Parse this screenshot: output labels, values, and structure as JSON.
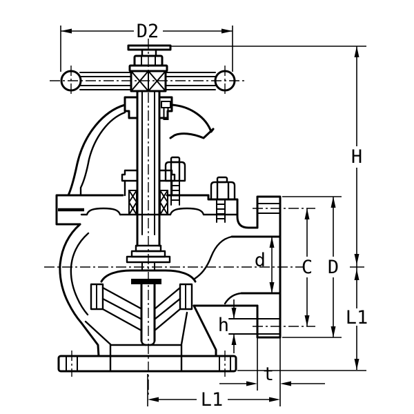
{
  "drawing": {
    "type": "valve-section-technical-drawing",
    "background_color": "#ffffff",
    "line_color": "#000000",
    "labels": {
      "handwheel_diameter": "D2",
      "total_height": "H",
      "bore_diameter": "d",
      "bolt_circle": "C",
      "flange_diameter": "D",
      "side_length": "L1",
      "bolt_hole_diameter": "h",
      "flange_thickness": "t",
      "bottom_length": "L1"
    }
  }
}
